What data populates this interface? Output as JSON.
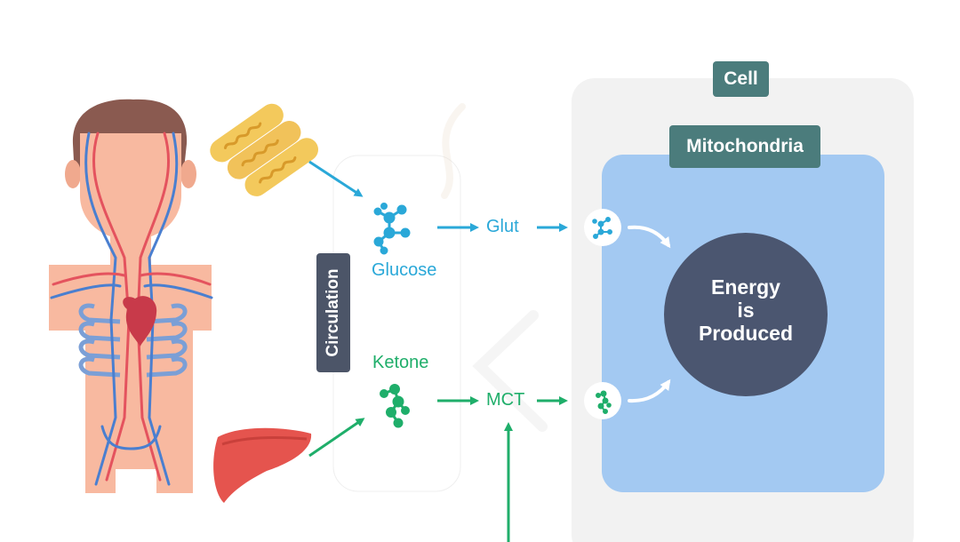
{
  "labels": {
    "cell": "Cell",
    "mitochondria": "Mitochondria",
    "circulation": "Circulation",
    "glucose": "Glucose",
    "ketone": "Ketone",
    "glut": "Glut",
    "mct": "MCT",
    "energy_line1": "Energy",
    "energy_line2": "is",
    "energy_line3": "Produced"
  },
  "colors": {
    "glucose_blue": "#2aa8d8",
    "ketone_green": "#1fae6a",
    "label_teal": "#4b7c7c",
    "circulation_slate": "#4c5568",
    "cell_bg": "#f2f2f2",
    "mito_blue": "#a3c9f2",
    "energy_dark": "#4b5670"
  },
  "icons": [
    "human-body-icon",
    "bread-icon",
    "liver-icon",
    "glucose-molecule-icon",
    "ketone-molecule-icon"
  ]
}
